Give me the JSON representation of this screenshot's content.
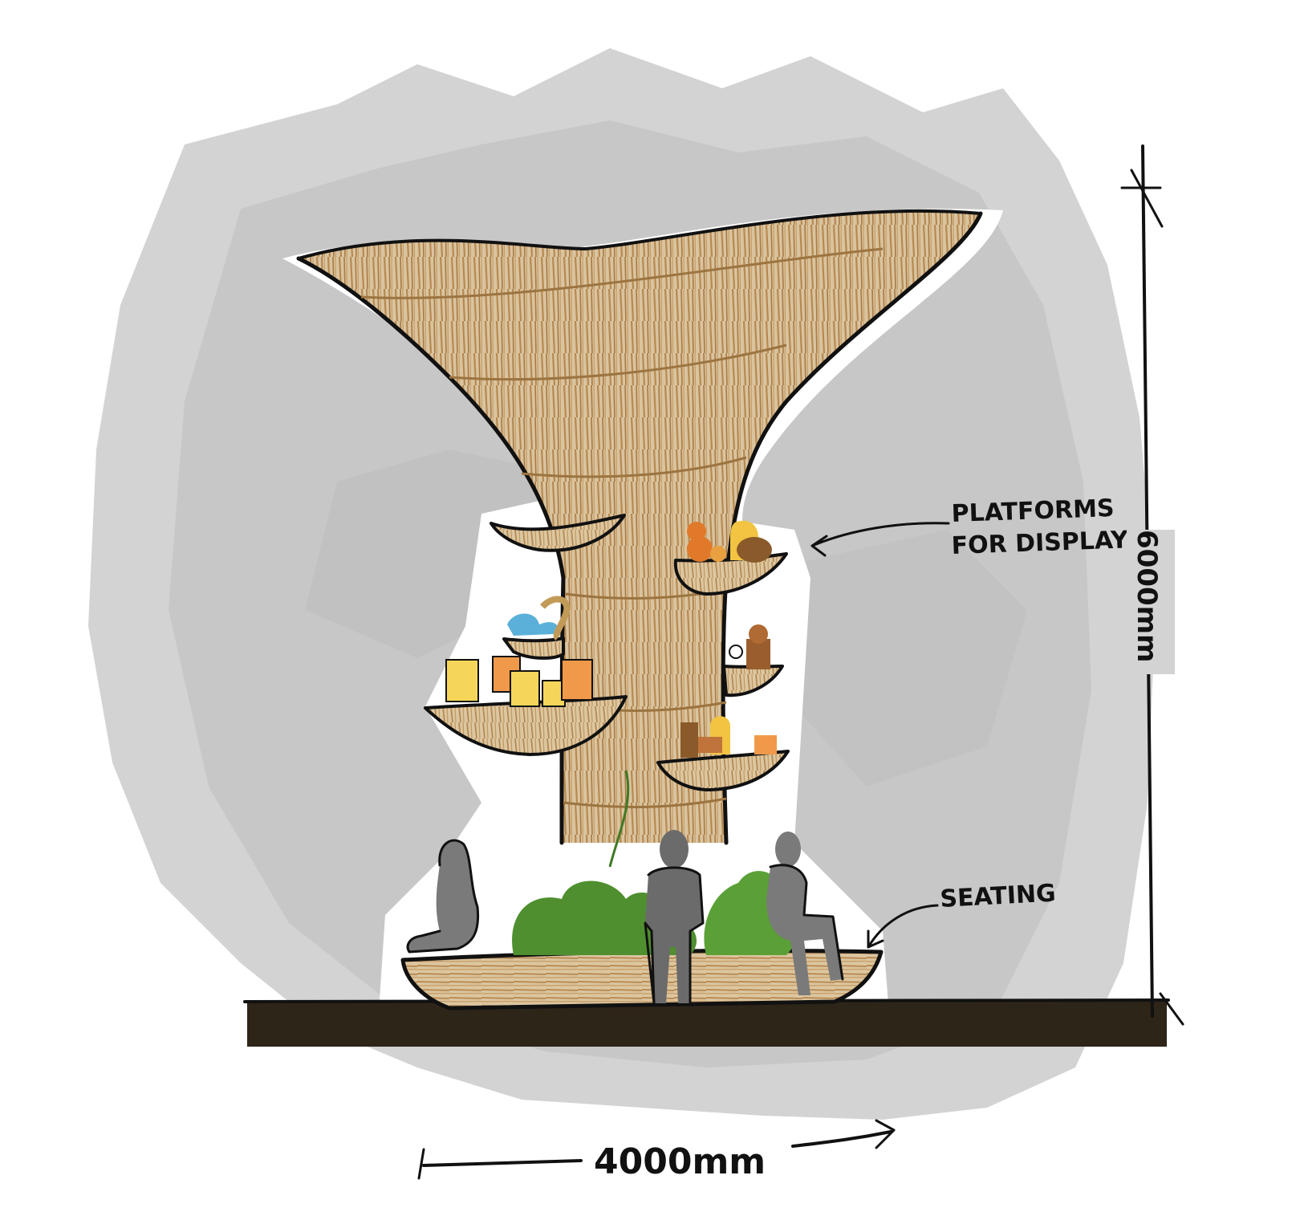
{
  "labels": {
    "platforms_line1": "PLATFORMS",
    "platforms_line2": "FOR DISPLAY",
    "seating": "SEATING",
    "width_dimension": "4000mm",
    "height_dimension": "6000mm"
  },
  "colors": {
    "wood": "#c9a06b",
    "wood_dark": "#9c7440",
    "background_wash": "#d6d6d6",
    "floor": "#2e2519",
    "people": "#7a7a7a",
    "foliage": "#4f8f2f",
    "ink": "#111111"
  }
}
